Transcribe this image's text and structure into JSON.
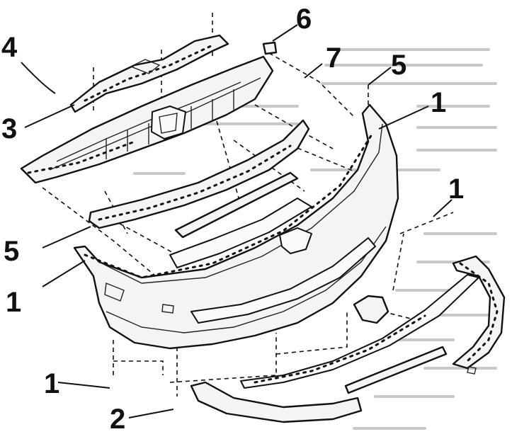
{
  "callouts": {
    "c1_top_right": "1",
    "c1_mid_right": "1",
    "c1_left": "1",
    "c1_bottom_left": "1",
    "c2": "2",
    "c3": "3",
    "c4": "4",
    "c5_right": "5",
    "c5_left": "5",
    "c6": "6",
    "c7": "7"
  },
  "colors": {
    "line": "#111111",
    "background": "#ffffff",
    "show_through_text": "#c8c8c8"
  }
}
